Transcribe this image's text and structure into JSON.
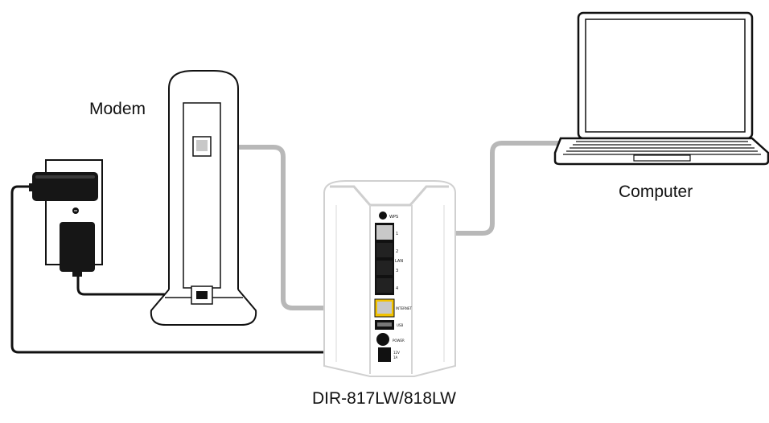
{
  "labels": {
    "modem": "Modem",
    "computer": "Computer",
    "router": "DIR-817LW/818LW"
  },
  "router_ports": {
    "wps": "WPS",
    "lan": "LAN",
    "lan_numbers": [
      "1",
      "2",
      "3",
      "4"
    ],
    "internet": "INTERNET",
    "usb": "USB",
    "power": "POWER",
    "dc_in": "12V",
    "dc_amp": "1A"
  },
  "colors": {
    "cable": "#b8b8b8",
    "internet_port": "#f2c200",
    "line": "#111111"
  }
}
